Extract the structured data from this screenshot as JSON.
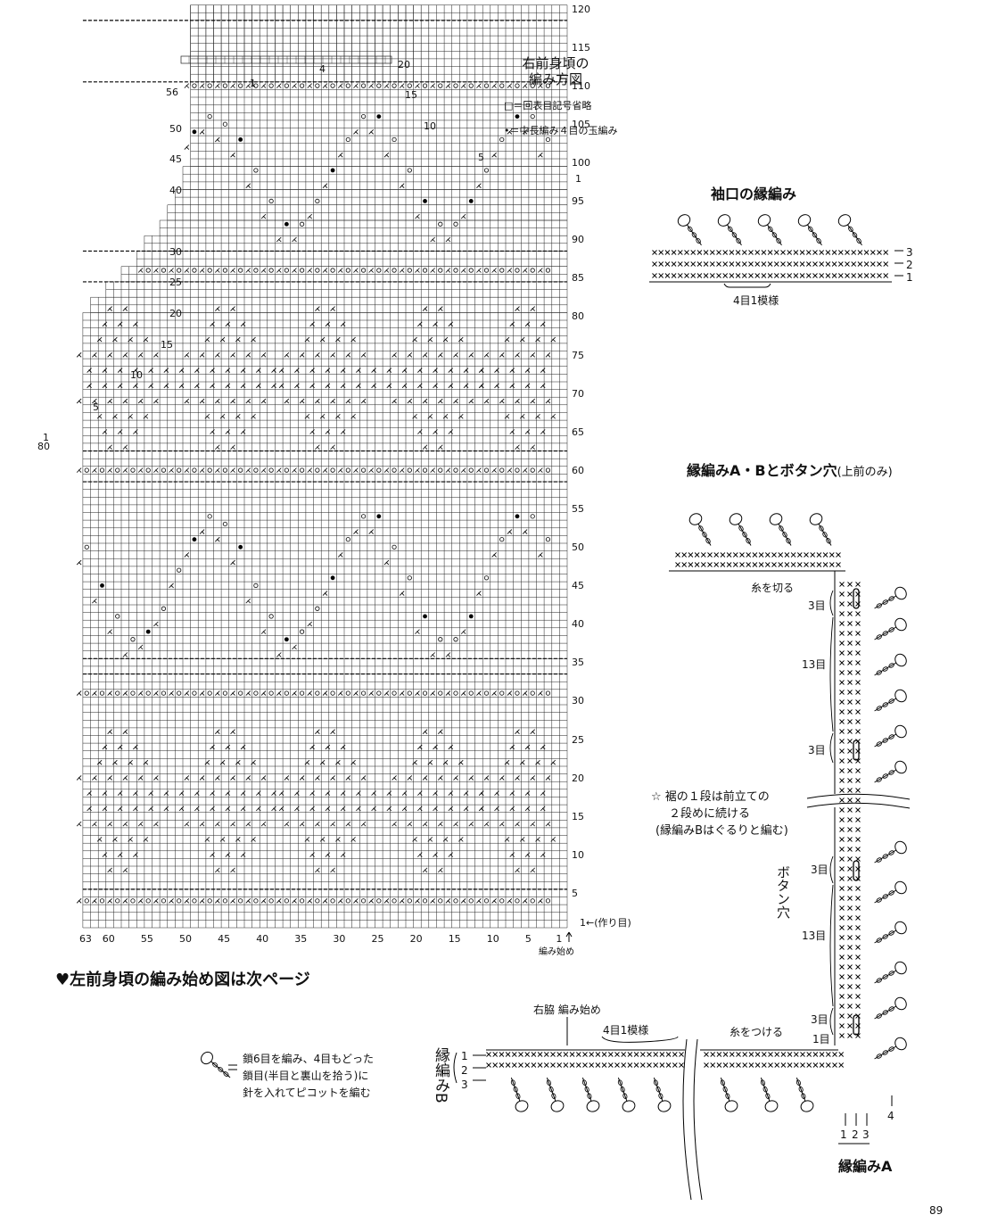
{
  "chart": {
    "title_line1": "右前身頃の",
    "title_line2": "編み方図",
    "legend_blank": "□＝回表目記号省略",
    "legend_dot": "•＝中長編み４目の玉編み",
    "row_labels": [
      "120",
      "115",
      "110",
      "105",
      "100",
      "95",
      "90",
      "85",
      "80",
      "75",
      "70",
      "65",
      "60",
      "55",
      "50",
      "45",
      "40",
      "35",
      "30",
      "25",
      "20",
      "15",
      "10",
      "5"
    ],
    "row1_label": "1←(作り目)",
    "col_labels": [
      "63",
      "60",
      "55",
      "50",
      "45",
      "40",
      "35",
      "30",
      "25",
      "20",
      "15",
      "10",
      "5",
      "1"
    ],
    "start_label": "編み始め",
    "left_row_labels": [
      "56",
      "50",
      "45",
      "40",
      "30",
      "25",
      "20",
      "15",
      "10",
      "5",
      "1",
      "80"
    ],
    "top_labels": [
      "20",
      "15",
      "10",
      "5",
      "1",
      "4",
      "1"
    ]
  },
  "sleeve_edge": {
    "title": "袖口の縁編み",
    "repeat": "4目1模様",
    "rows": [
      "3",
      "2",
      "1"
    ]
  },
  "edge_ab": {
    "title": "縁編みA・Bとボタン穴",
    "title_suffix": "(上前のみ)",
    "cut_yarn": "糸を切る",
    "counts": [
      "3目",
      "13目",
      "3目",
      "3目",
      "13目",
      "3目",
      "1目"
    ],
    "note1": "☆ 裾の１段は前立ての",
    "note2": "２段めに続ける",
    "note3": "(縁編みBはぐるりと編む)",
    "button_hole": "ボタン穴",
    "attach_yarn": "糸をつける",
    "side_start": "右脇 編み始め",
    "repeat": "4目1模様",
    "edge_b": "縁編みB",
    "edge_b_rows": [
      "1",
      "2",
      "3"
    ],
    "edge_a": "縁編みA",
    "edge_a_rows": [
      "1",
      "2",
      "3",
      "4"
    ]
  },
  "footer": {
    "left_note": "♥左前身頃の編み始め図は次ページ",
    "picot_note1": "鎖6目を編み、4目もどった",
    "picot_note2": "鎖目(半目と裏山を拾う)に",
    "picot_note3": "針を入れてピコットを編む",
    "page_number": "89"
  }
}
